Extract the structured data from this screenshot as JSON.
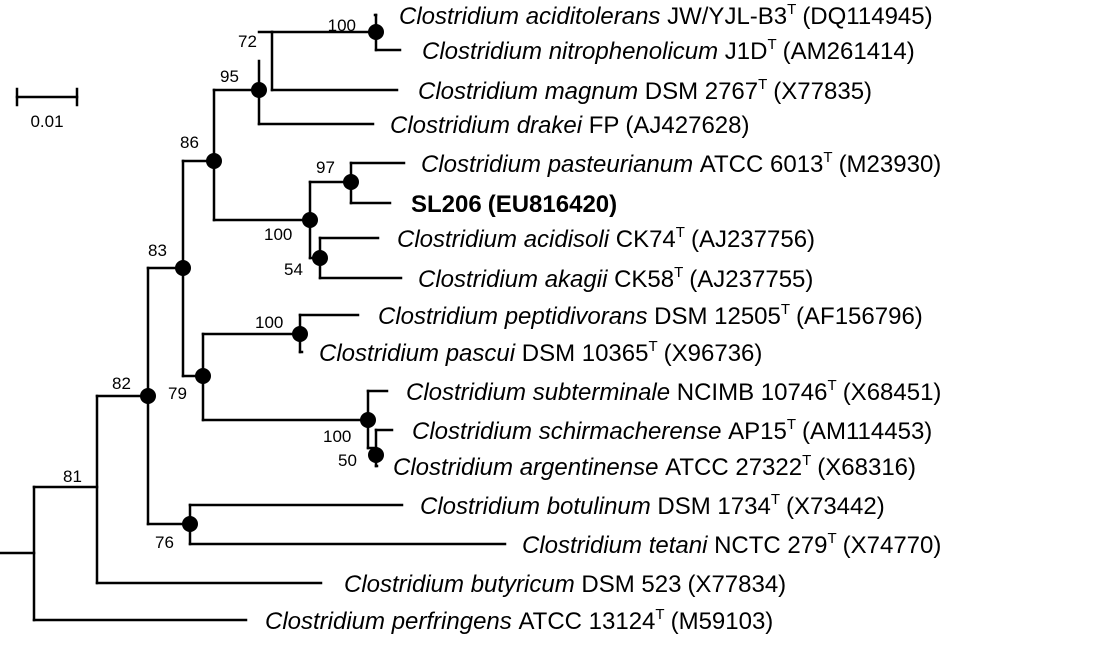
{
  "scale_bar": {
    "label": "0.01"
  },
  "leaves": [
    {
      "id": "aciditolerans",
      "italic": "Clostridium aciditolerans",
      "strain": "JW/YJL-B3",
      "type_strain": true,
      "accession": "(DQ114945)",
      "bold": false
    },
    {
      "id": "nitrophenolicum",
      "italic": "Clostridium nitrophenolicum",
      "strain": "J1D",
      "type_strain": true,
      "accession": "(AM261414)",
      "bold": false
    },
    {
      "id": "magnum",
      "italic": "Clostridium magnum",
      "strain": "DSM 2767",
      "type_strain": true,
      "accession": "(X77835)",
      "bold": false
    },
    {
      "id": "drakei",
      "italic": "Clostridium drakei",
      "strain": "FP",
      "type_strain": false,
      "accession": "(AJ427628)",
      "bold": false
    },
    {
      "id": "pasteurianum",
      "italic": "Clostridium pasteurianum",
      "strain": "ATCC 6013",
      "type_strain": true,
      "accession": "(M23930)",
      "bold": false
    },
    {
      "id": "sl206",
      "italic": "",
      "strain": "SL206",
      "type_strain": false,
      "accession": "(EU816420)",
      "bold": true
    },
    {
      "id": "acidisoli",
      "italic": "Clostridium acidisoli",
      "strain": "CK74",
      "type_strain": true,
      "accession": "(AJ237756)",
      "bold": false
    },
    {
      "id": "akagii",
      "italic": "Clostridium akagii",
      "strain": "CK58",
      "type_strain": true,
      "accession": "(AJ237755)",
      "bold": false
    },
    {
      "id": "peptidivorans",
      "italic": "Clostridium peptidivorans",
      "strain": "DSM 12505",
      "type_strain": true,
      "accession": "(AF156796)",
      "bold": false
    },
    {
      "id": "pascui",
      "italic": "Clostridium pascui",
      "strain": "DSM 10365",
      "type_strain": true,
      "accession": "(X96736)",
      "bold": false
    },
    {
      "id": "subterminale",
      "italic": "Clostridium subterminale",
      "strain": "NCIMB 10746",
      "type_strain": true,
      "accession": "(X68451)",
      "bold": false
    },
    {
      "id": "schirmacherense",
      "italic": "Clostridium schirmacherense",
      "strain": "AP15",
      "type_strain": true,
      "accession": "(AM114453)",
      "bold": false
    },
    {
      "id": "argentinense",
      "italic": "Clostridium argentinense",
      "strain": "ATCC 27322",
      "type_strain": true,
      "accession": "(X68316)",
      "bold": false
    },
    {
      "id": "botulinum",
      "italic": "Clostridium botulinum",
      "strain": "DSM 1734",
      "type_strain": true,
      "accession": "(X73442)",
      "bold": false
    },
    {
      "id": "tetani",
      "italic": "Clostridium tetani",
      "strain": "NCTC 279",
      "type_strain": true,
      "accession": "(X74770)",
      "bold": false
    },
    {
      "id": "butyricum",
      "italic": "Clostridium butyricum",
      "strain": "DSM 523",
      "type_strain": false,
      "accession": "(X77834)",
      "bold": false
    },
    {
      "id": "perfringens",
      "italic": "Clostridium perfringens",
      "strain": "ATCC 13124",
      "type_strain": true,
      "accession": "(M59103)",
      "bold": false
    }
  ],
  "type_strain_mark": "T",
  "nodes": [
    {
      "id": "n_acid_nitro",
      "support": "100",
      "dot": true
    },
    {
      "id": "n_72",
      "support": "72",
      "dot": false
    },
    {
      "id": "n_95",
      "support": "95",
      "dot": true
    },
    {
      "id": "n_86",
      "support": "86",
      "dot": true
    },
    {
      "id": "n_97",
      "support": "97",
      "dot": true
    },
    {
      "id": "n_100_sl",
      "support": "100",
      "dot": true
    },
    {
      "id": "n_54",
      "support": "54",
      "dot": true
    },
    {
      "id": "n_83",
      "support": "83",
      "dot": true
    },
    {
      "id": "n_pept",
      "support": "100",
      "dot": true
    },
    {
      "id": "n_79",
      "support": "79",
      "dot": true
    },
    {
      "id": "n_100_sub",
      "support": "100",
      "dot": true
    },
    {
      "id": "n_50",
      "support": "50",
      "dot": true
    },
    {
      "id": "n_82",
      "support": "82",
      "dot": true
    },
    {
      "id": "n_76",
      "support": "76",
      "dot": true
    },
    {
      "id": "n_81",
      "support": "81",
      "dot": false
    }
  ]
}
